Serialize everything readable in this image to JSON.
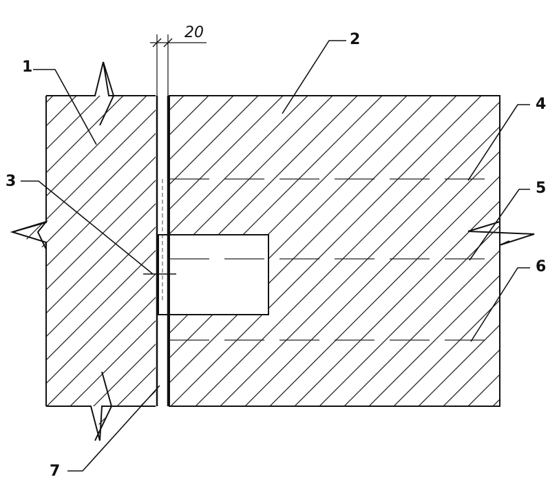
{
  "dimension": {
    "value": "20"
  },
  "callouts": [
    {
      "number": "1"
    },
    {
      "number": "2"
    },
    {
      "number": "3"
    },
    {
      "number": "4"
    },
    {
      "number": "5"
    },
    {
      "number": "6"
    },
    {
      "number": "7"
    }
  ]
}
